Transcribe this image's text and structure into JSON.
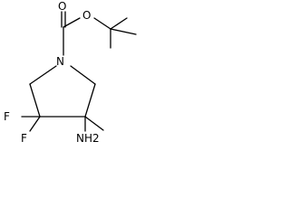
{
  "molecule": {
    "atoms": {
      "o_carbonyl": "O",
      "o_ester": "O",
      "n_ring": "N",
      "f_top": "F",
      "f_bottom": "F",
      "nh2": "NH2"
    }
  }
}
